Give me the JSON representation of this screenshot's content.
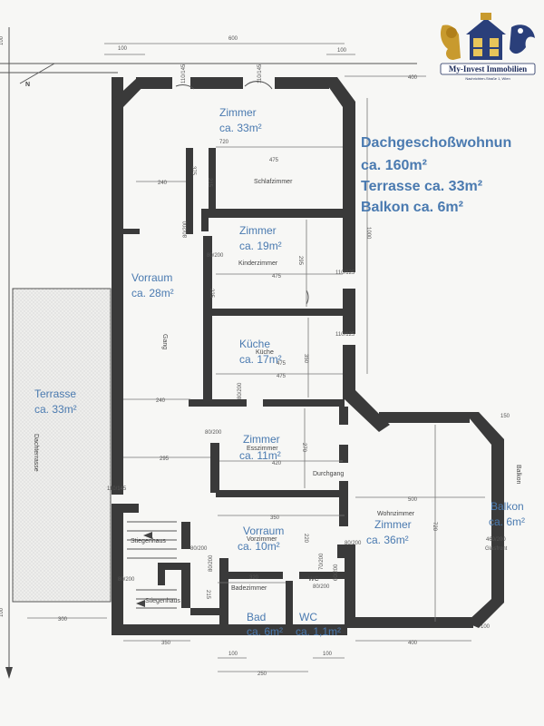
{
  "summary": {
    "title": "Dachgeschoßwohnun",
    "total": "ca. 160m²",
    "terrace": "Terrasse ca. 33m²",
    "balcony": "Balkon ca. 6m²"
  },
  "logo": {
    "name": "My-Invest Immobilien",
    "sub": "Nachrichten-Straße 1, Wien"
  },
  "rooms": [
    {
      "name": "Zimmer",
      "area": "ca. 33m²"
    },
    {
      "name": "Zimmer",
      "area": "ca. 19m²"
    },
    {
      "name": "Vorraum",
      "area": "ca. 28m²"
    },
    {
      "name": "Küche",
      "area": "ca. 17m²"
    },
    {
      "name": "Terrasse",
      "area": "ca. 33m²"
    },
    {
      "name": "Zimmer",
      "area": "ca. 11m²"
    },
    {
      "name": "Vorraum",
      "area": "ca. 10m²"
    },
    {
      "name": "Zimmer",
      "area": "ca. 36m²"
    },
    {
      "name": "Balkon",
      "area": "ca. 6m²"
    },
    {
      "name": "Bad",
      "area": "ca. 6m²"
    },
    {
      "name": "WC",
      "area": "ca. 1,1m²"
    }
  ],
  "room_labels_small": [
    "Schlafzimmer",
    "Kinderzimmer",
    "Küche",
    "Esszimmer",
    "Durchgang",
    "Wohnzimmer",
    "Vorzimmer",
    "Badezimmer",
    "WC",
    "Stiegenhaus",
    "Stiegenhaus",
    "Gang",
    "Dachterrasse",
    "Balkon",
    "Glasfront"
  ],
  "dimensions": [
    "100",
    "600",
    "100",
    "400",
    "720",
    "475",
    "240",
    "375",
    "215",
    "475",
    "295",
    "475",
    "225",
    "350",
    "240",
    "475",
    "420",
    "270",
    "295",
    "500",
    "720",
    "350",
    "320",
    "220",
    "215",
    "300",
    "350",
    "400",
    "100",
    "100",
    "250",
    "100",
    "150",
    "1000",
    "100",
    "100"
  ],
  "openings": [
    "110/145",
    "110/145",
    "80/200",
    "80/200",
    "110/125",
    "110/125",
    "80/200",
    "80/200",
    "110/145",
    "80/200",
    "80/200",
    "80/200",
    "70/200",
    "80/200",
    "460/200",
    "80/200",
    "60/200"
  ],
  "north": "N"
}
